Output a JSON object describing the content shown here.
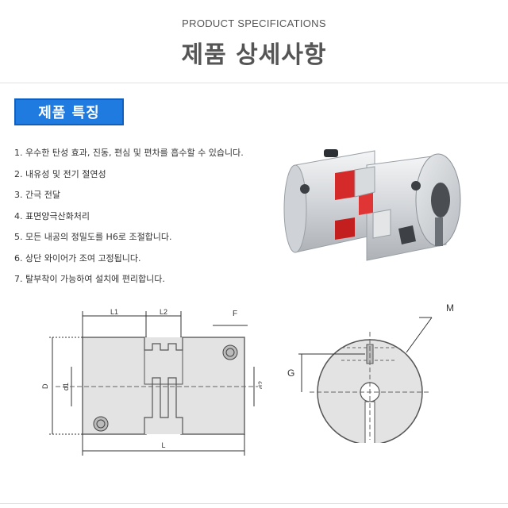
{
  "header": {
    "subtitle": "PRODUCT SPECIFICATIONS",
    "title": "제품 상세사항"
  },
  "section": {
    "badge": "제품 특징"
  },
  "features": [
    "1. 우수한 탄성 효과, 진동, 편심 및 편차를 흡수할 수 있습니다.",
    "2. 내유성 및 전기 절연성",
    "3. 간극 전달",
    "4. 표면양극산화처리",
    "5. 모든 내공의 정밀도를 H6로 조절합니다.",
    "6. 상단 와이어가 조여 고정됩니다.",
    "7. 탈부착이 가능하여 설치에 편리합니다."
  ],
  "drawing": {
    "labels": {
      "L1": "L1",
      "L2": "L2",
      "F": "F",
      "D": "D",
      "d1": "d1",
      "d2": "d2",
      "L": "L",
      "M": "M",
      "G": "G"
    }
  },
  "colors": {
    "badge": "#1f7be0",
    "spider": "#d42a2a",
    "body": "#d9dbde"
  }
}
